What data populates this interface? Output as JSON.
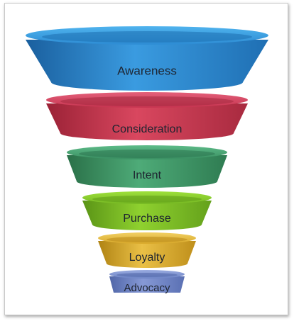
{
  "funnel": {
    "stages": [
      {
        "id": "awareness",
        "label": "Awareness",
        "color": "#2f8ed6"
      },
      {
        "id": "consideration",
        "label": "Consideration",
        "color": "#cf3a52"
      },
      {
        "id": "intent",
        "label": "Intent",
        "color": "#3e9a6a"
      },
      {
        "id": "purchase",
        "label": "Purchase",
        "color": "#7cc225"
      },
      {
        "id": "loyalty",
        "label": "Loyalty",
        "color": "#e0b22c"
      },
      {
        "id": "advocacy",
        "label": "Advocacy",
        "color": "#6e86c7"
      }
    ]
  }
}
